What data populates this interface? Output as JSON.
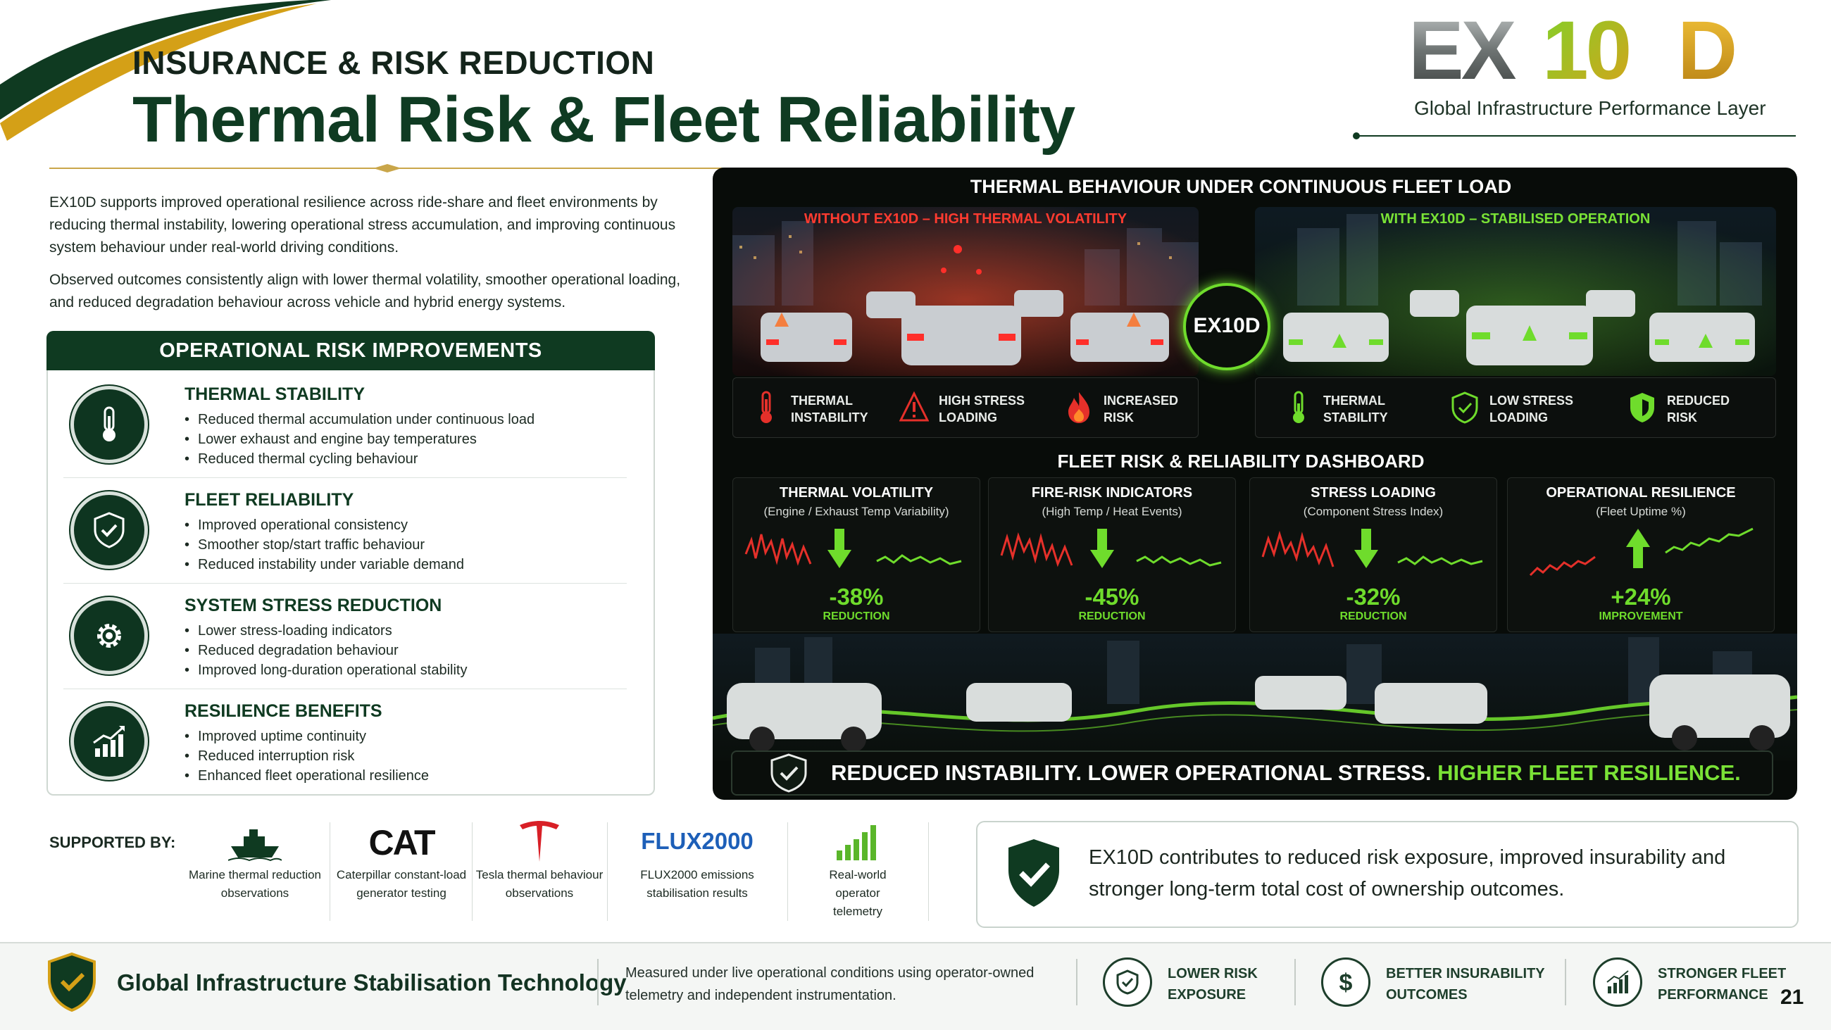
{
  "header": {
    "kicker": "INSURANCE & RISK REDUCTION",
    "title": "Thermal Risk & Fleet Reliability",
    "logo_text": "EX10D",
    "logo_subtitle": "Global Infrastructure Performance Layer"
  },
  "intro": {
    "p1": "EX10D supports improved operational resilience across ride-share and fleet environments by reducing thermal instability, lowering operational stress accumulation, and improving continuous system behaviour under real-world driving conditions.",
    "p2": "Observed outcomes consistently align with lower thermal volatility, smoother operational loading, and reduced degradation behaviour across vehicle and hybrid energy systems."
  },
  "risk_card": {
    "title": "OPERATIONAL RISK IMPROVEMENTS",
    "sections": [
      {
        "icon": "thermometer-icon",
        "title": "THERMAL STABILITY",
        "items": [
          "Reduced thermal accumulation under continuous load",
          "Lower exhaust and engine bay temperatures",
          "Reduced thermal cycling behaviour"
        ]
      },
      {
        "icon": "shield-check-icon",
        "title": "FLEET RELIABILITY",
        "items": [
          "Improved operational consistency",
          "Smoother stop/start traffic behaviour",
          "Reduced instability under variable demand"
        ]
      },
      {
        "icon": "gear-icon",
        "title": "SYSTEM STRESS REDUCTION",
        "items": [
          "Lower stress-loading indicators",
          "Reduced degradation behaviour",
          "Improved long-duration operational stability"
        ]
      },
      {
        "icon": "growth-chart-icon",
        "title": "RESILIENCE BENEFITS",
        "items": [
          "Improved uptime continuity",
          "Reduced interruption risk",
          "Enhanced fleet operational resilience"
        ]
      }
    ]
  },
  "panel": {
    "title": "THERMAL BEHAVIOUR UNDER CONTINUOUS FLEET LOAD",
    "without_label": "WITHOUT EX10D – HIGH THERMAL VOLATILITY",
    "with_label": "WITH EX10D – STABILISED OPERATION",
    "badge": "EX10D",
    "without_stats": [
      {
        "icon": "thermometer-icon",
        "text": "THERMAL INSTABILITY"
      },
      {
        "icon": "warning-icon",
        "text": "HIGH STRESS LOADING"
      },
      {
        "icon": "flame-icon",
        "text": "INCREASED RISK"
      }
    ],
    "with_stats": [
      {
        "icon": "thermometer-icon",
        "text": "THERMAL STABILITY"
      },
      {
        "icon": "shield-check-icon",
        "text": "LOW STRESS LOADING"
      },
      {
        "icon": "shield-icon",
        "text": "REDUCED RISK"
      }
    ],
    "dashboard_title": "FLEET RISK & RELIABILITY DASHBOARD",
    "tiles": [
      {
        "title": "THERMAL VOLATILITY",
        "subtitle": "(Engine / Exhaust Temp Variability)",
        "value": "-38%",
        "label": "REDUCTION",
        "direction": "down"
      },
      {
        "title": "FIRE-RISK INDICATORS",
        "subtitle": "(High Temp / Heat Events)",
        "value": "-45%",
        "label": "REDUCTION",
        "direction": "down"
      },
      {
        "title": "STRESS LOADING",
        "subtitle": "(Component Stress Index)",
        "value": "-32%",
        "label": "REDUCTION",
        "direction": "down"
      },
      {
        "title": "OPERATIONAL RESILIENCE",
        "subtitle": "(Fleet Uptime %)",
        "value": "+24%",
        "label": "IMPROVEMENT",
        "direction": "up"
      }
    ],
    "banner_white": "REDUCED INSTABILITY. LOWER OPERATIONAL STRESS.",
    "banner_green": "HIGHER FLEET RESILIENCE.",
    "colors": {
      "accent_green": "#6fdc2c",
      "alert_red": "#e5302a",
      "brand_dark": "#0f3a21",
      "gold": "#d4a017"
    }
  },
  "supported": {
    "label": "SUPPORTED BY:",
    "items": [
      {
        "icon": "ship-icon",
        "logo": "",
        "text": "Marine thermal reduction observations"
      },
      {
        "icon": "cat-logo",
        "logo": "CAT",
        "text": "Caterpillar constant-load generator testing"
      },
      {
        "icon": "tesla-logo",
        "logo": "",
        "text": "Tesla thermal behaviour observations"
      },
      {
        "icon": "flux-logo",
        "logo": "FLUX2000",
        "text": "FLUX2000 emissions stabilisation results"
      },
      {
        "icon": "signal-bars-icon",
        "logo": "",
        "text": "Real-world operator telemetry"
      }
    ]
  },
  "callout": "EX10D contributes to reduced risk exposure, improved insurability and stronger long-term total cost of ownership outcomes.",
  "footer": {
    "title": "Global Infrastructure Stabilisation Technology",
    "description": "Measured under live operational conditions using operator-owned telemetry and independent instrumentation.",
    "benefits": [
      {
        "icon": "shield-check-icon",
        "text": "LOWER RISK EXPOSURE"
      },
      {
        "icon": "dollar-icon",
        "text": "BETTER INSURABILITY OUTCOMES"
      },
      {
        "icon": "growth-chart-icon",
        "text": "STRONGER FLEET PERFORMANCE"
      }
    ],
    "page_number": "21"
  }
}
